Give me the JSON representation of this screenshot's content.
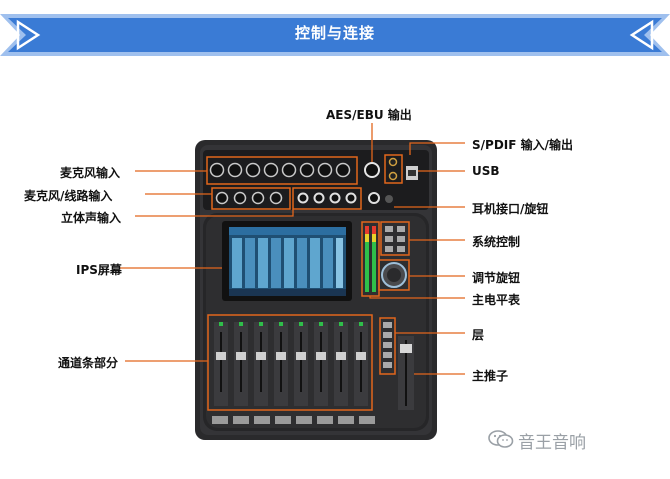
{
  "banner": {
    "title": "控制与连接",
    "bg_color": "#3a7bd5"
  },
  "labels": {
    "aes_ebu": "AES/EBU 输出",
    "spdif": "S/PDIF 输入/输出",
    "mic_input": "麦克风输入",
    "usb": "USB",
    "mic_line_input": "麦克风/线路输入",
    "stereo_input": "立体声输入",
    "headphone": "耳机接口/旋钮",
    "system_control": "系统控制",
    "ips_screen": "IPS屏幕",
    "adjust_knob": "调节旋钮",
    "main_meter": "主电平表",
    "layer": "层",
    "channel_strip": "通道条部分",
    "main_fader": "主推子"
  },
  "watermark": {
    "text": "音王音响",
    "icon": "wechat-icon"
  },
  "accent_color": "#e2661c"
}
